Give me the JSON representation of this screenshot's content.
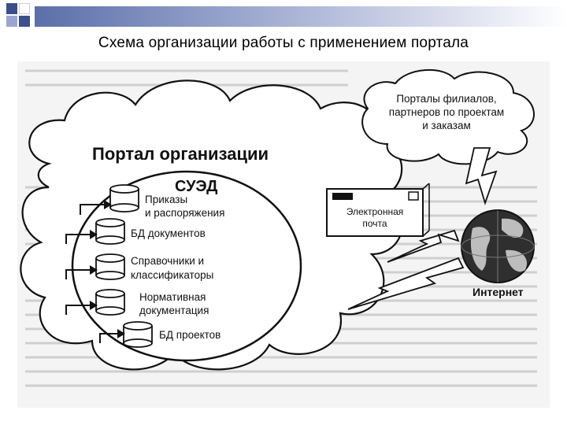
{
  "page": {
    "title": "Схема организации работы с применением портала"
  },
  "diagram": {
    "portal_title": "Портал организации",
    "sued": "СУЭД",
    "databases": [
      {
        "lines": [
          "Приказы",
          "и распоряжения"
        ]
      },
      {
        "lines": [
          "БД документов"
        ]
      },
      {
        "lines": [
          "Справочники и",
          "классификаторы"
        ]
      },
      {
        "lines": [
          "Нормативная",
          "документация"
        ]
      },
      {
        "lines": [
          "БД проектов"
        ]
      }
    ],
    "email": [
      "Электронная",
      "почта"
    ],
    "branches": [
      "Порталы филиалов,",
      "партнеров по проектам",
      "и заказам"
    ],
    "internet": "Интернет"
  },
  "colors": {
    "strip_dark": "#5b6fa8",
    "square_dark": "#3d4f8a",
    "square_light": "#9aa6cf"
  }
}
